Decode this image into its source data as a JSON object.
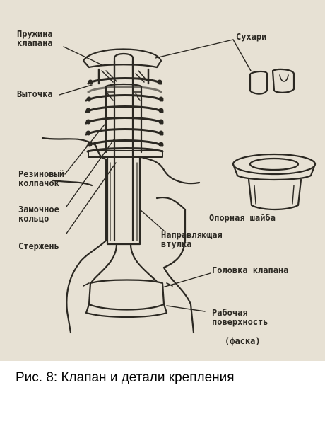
{
  "labels": {
    "spring": "Пружина\nклапана",
    "groove": "Выточка",
    "rubber_cap": "Резиновый\nколпачок",
    "lock_ring": "Замочное\nкольцо",
    "stem": "Стержень",
    "keepers": "Сухари",
    "support_washer": "Опорная шайба",
    "guide_bushing": "Направляющая\nвтулка",
    "valve_head": "Головка клапана",
    "working_surface": "Рабочая\nповерхность",
    "chamfer": "(фаска)"
  },
  "caption": "Рис. 8: Клапан и детали крепления",
  "colors": {
    "paper": "#e7e1d4",
    "ink": "#2b2822"
  }
}
